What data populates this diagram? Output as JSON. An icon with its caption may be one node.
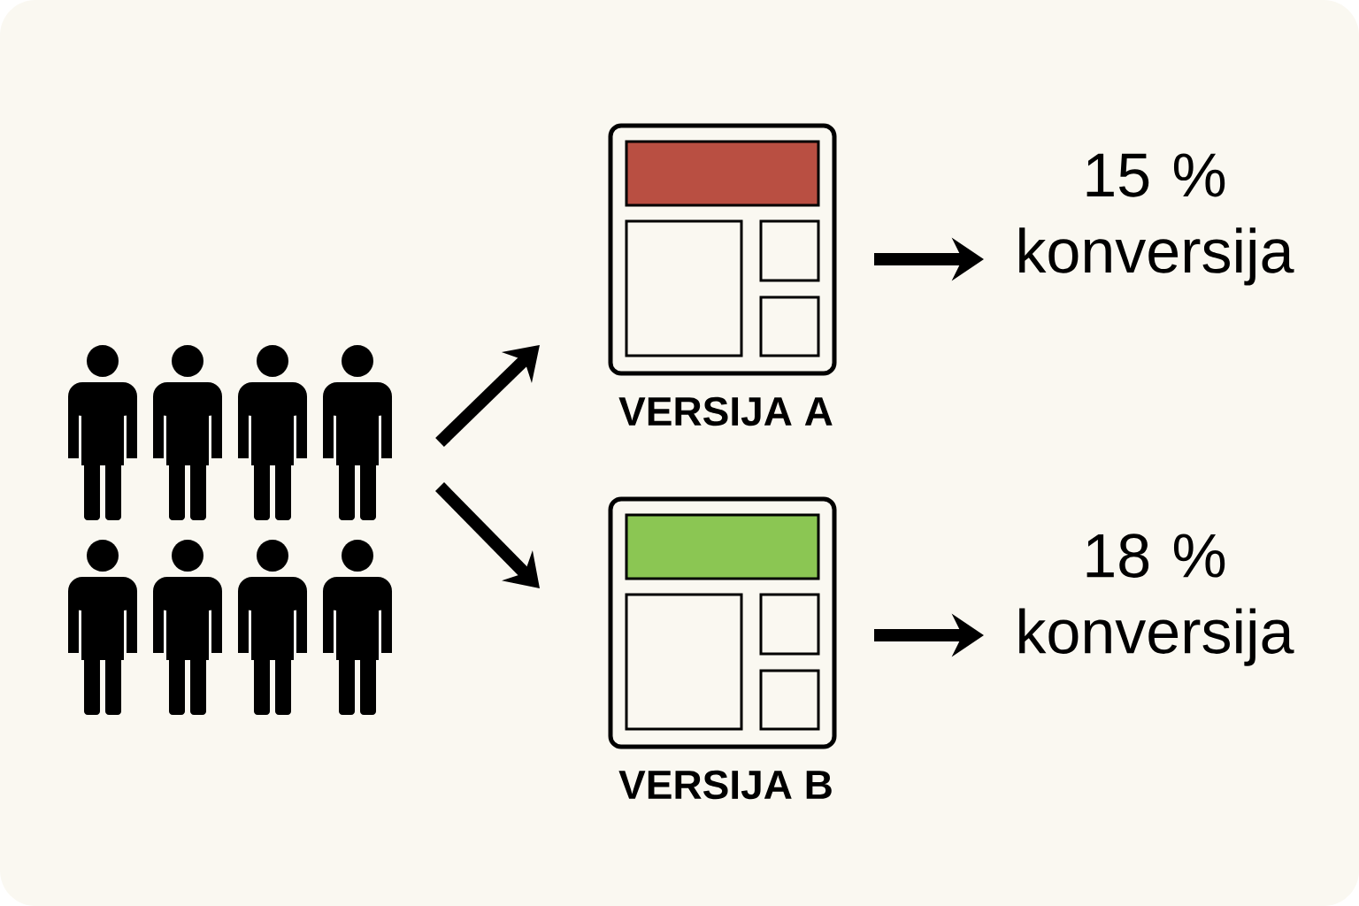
{
  "diagram": {
    "nodes": [
      {
        "text": [],
        "shape": "person"
      },
      {
        "text": [
          "VERSIJA A"
        ]
      },
      {
        "text": [
          "15 % konversija"
        ]
      },
      {
        "text": [
          "VERSIJA B"
        ]
      },
      {
        "text": [
          "18 % konversija"
        ]
      }
    ],
    "edges": [
      {
        "from": 0,
        "to": 1,
        "arrow": "to"
      },
      {
        "from": 0,
        "to": 3,
        "arrow": "to"
      },
      {
        "from": 1,
        "to": 2,
        "arrow": "to"
      },
      {
        "from": 3,
        "to": 4,
        "arrow": "to"
      }
    ]
  }
}
